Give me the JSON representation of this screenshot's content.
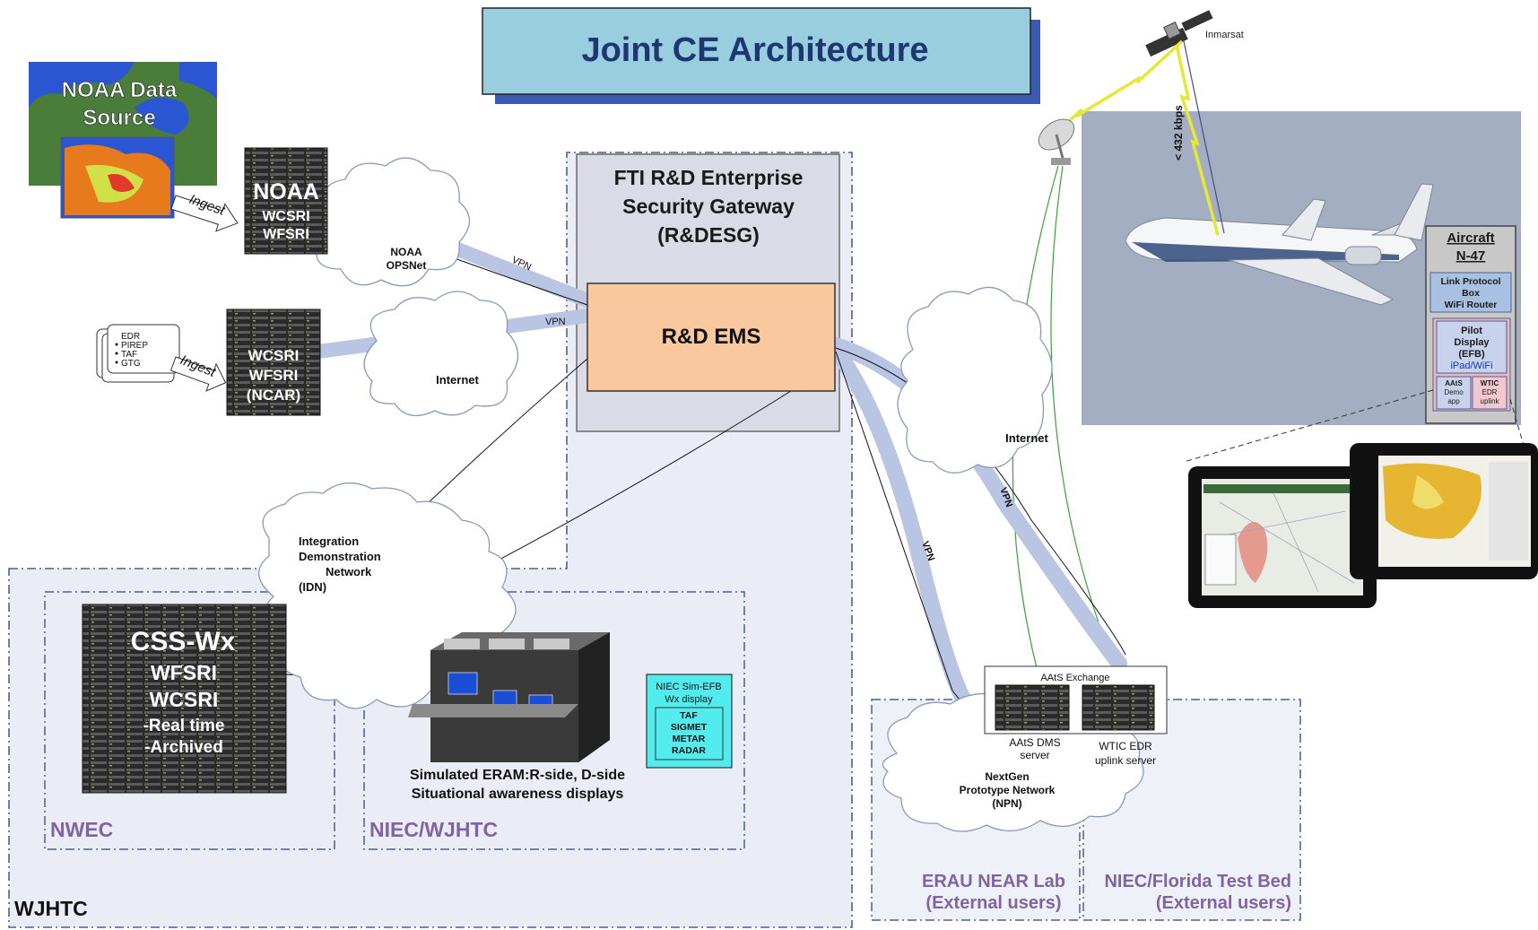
{
  "title": "Joint CE Architecture",
  "zones": {
    "wjhtc": "WJHTC",
    "nwec": "NWEC",
    "niec_wjhtc": "NIEC/WJHTC",
    "erau_line1": "ERAU NEAR Lab",
    "erau_line2": "(External users)",
    "florida_line1": "NIEC/Florida Test Bed",
    "florida_line2": "(External users)"
  },
  "gateway": {
    "line1": "FTI R&D Enterprise",
    "line2": "Security Gateway",
    "line3": "(R&DESG)",
    "ems": "R&D EMS"
  },
  "noaa_source": {
    "line1": "NOAA Data",
    "line2": "Source"
  },
  "noaa_server": {
    "name": "NOAA",
    "line2": "WCSRI",
    "line3": "WFSRI"
  },
  "ncar_server": {
    "line1": "WCSRI",
    "line2": "WFSRI",
    "line3": "(NCAR)"
  },
  "ingest": "Ingest",
  "reports": [
    "EDR",
    "PIREP",
    "TAF",
    "GTG"
  ],
  "clouds": {
    "opsnet_line1": "NOAA",
    "opsnet_line2": "OPSNet",
    "internet_left": "Internet",
    "internet_right": "Internet",
    "idn_line1": "Integration",
    "idn_line2": "Demonstration",
    "idn_line3": "Network",
    "idn_line4": "(IDN)",
    "npn_line1": "NextGen",
    "npn_line2": "Prototype Network",
    "npn_line3": "(NPN)"
  },
  "vpn": "VPN",
  "css_wx": {
    "name": "CSS-Wx",
    "line2": "WFSRI",
    "line3": "WCSRI",
    "line4": "-Real time",
    "line5": "-Archived"
  },
  "eram": {
    "line1": "Simulated ERAM:R-side, D-side",
    "line2": "Situational awareness displays"
  },
  "sim_efb": {
    "line1": "NIEC Sim-EFB",
    "line2": "Wx display",
    "products": [
      "TAF",
      "SIGMET",
      "METAR",
      "RADAR"
    ]
  },
  "aats_exchange": "AAtS Exchange",
  "aats_dms": {
    "line1": "AAtS DMS",
    "line2": "server"
  },
  "wtic_edr": {
    "line1": "WTIC EDR",
    "line2": "uplink server"
  },
  "satellite": "Inmarsat",
  "bandwidth": "< 432 kbps",
  "aircraft": {
    "line1": "Aircraft",
    "line2": "N-47",
    "link_box1": "Link Protocol",
    "link_box2": "Box",
    "link_box3": "WiFi Router",
    "pilot1": "Pilot",
    "pilot2": "Display",
    "pilot3": "(EFB)",
    "pilot4": "iPad/WiFi",
    "aats_app1": "AAtS",
    "aats_app2": "Demo",
    "aats_app3": "app",
    "wtic1": "WTIC",
    "wtic2": "EDR",
    "wtic3": "uplink"
  },
  "colors": {
    "title_bg": "#98cede",
    "title_shadow": "#3a5bb0",
    "title_text": "#1f3770",
    "zone_bg": "#eaedf6",
    "zone_border": "#4f5f94",
    "gateway_bg": "#d9dce6",
    "ems_bg": "#f9c89e",
    "zone_label_purple": "#8064a2",
    "vpn_pipe": "#b9c5e2",
    "sim_efb_bg": "#52ecee",
    "sky": "#a3aec2"
  }
}
